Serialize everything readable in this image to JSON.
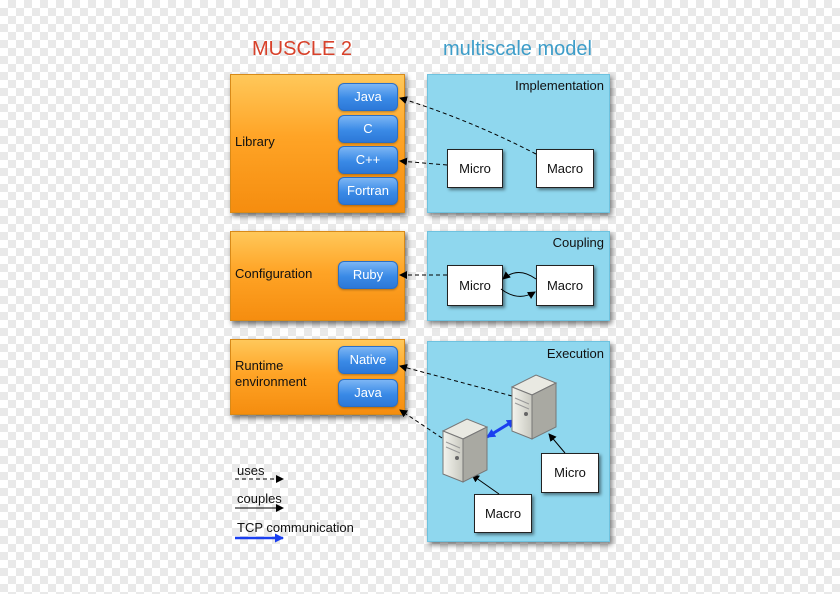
{
  "titles": {
    "muscle": "MUSCLE 2",
    "model": "multiscale model"
  },
  "library": {
    "label": "Library",
    "languages": [
      "Java",
      "C",
      "C++",
      "Fortran"
    ]
  },
  "implementation": {
    "title": "Implementation",
    "micro": "Micro",
    "macro": "Macro"
  },
  "configuration": {
    "label": "Configuration",
    "language": "Ruby"
  },
  "coupling": {
    "title": "Coupling",
    "micro": "Micro",
    "macro": "Macro"
  },
  "runtime": {
    "label_line1": "Runtime",
    "label_line2": "environment",
    "options": [
      "Native",
      "Java"
    ]
  },
  "execution": {
    "title": "Execution",
    "micro": "Micro",
    "macro": "Macro",
    "server_icon": "server-tower-icon"
  },
  "legend": {
    "uses": "uses",
    "couples": "couples",
    "tcp": "TCP communication"
  },
  "colors": {
    "muscle_title": "#d8412a",
    "model_title": "#3d9dc9",
    "orange_panel": "#ffa426",
    "blue_panel": "#8fd7ee",
    "language_pill": "#3a8ae6",
    "tcp_arrow": "#1a3ff0"
  }
}
